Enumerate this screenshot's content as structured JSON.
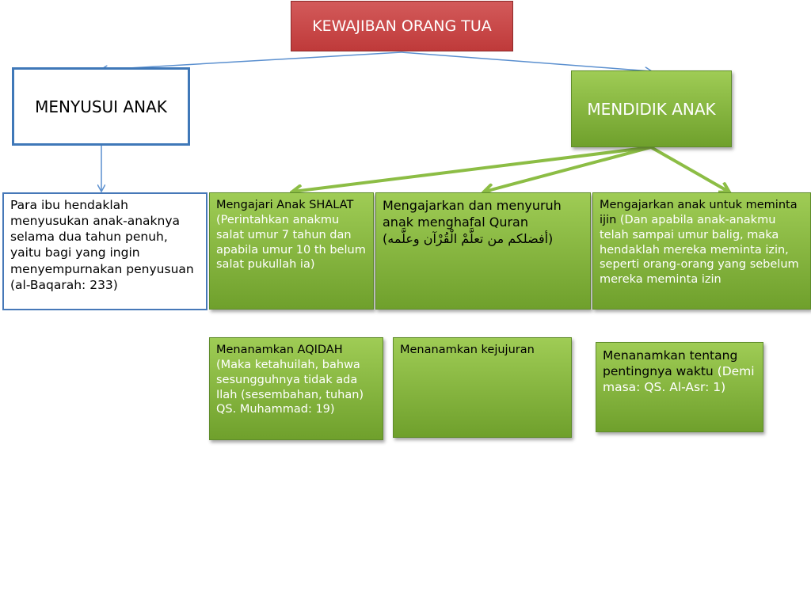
{
  "root": {
    "title": "KEWAJIBAN ORANG TUA"
  },
  "left": {
    "title": "MENYUSUI ANAK",
    "note": "Para ibu hendaklah menyusukan anak-anaknya selama dua tahun penuh, yaitu bagi yang ingin menyempurnakan penyusuan (al-Baqarah: 233)"
  },
  "right": {
    "title": "MENDIDIK ANAK",
    "items": [
      {
        "head": "Mengajari Anak SHALAT ",
        "detail": "(Perintahkan anakmu salat umur 7 tahun dan apabila umur 10 th belum salat pukullah ia)"
      },
      {
        "head": "Mengajarkan dan menyuruh anak menghafal Quran",
        "detail": "(أفضلكم من تعلَّمْ الْقُرْآن وعلَّمه)"
      },
      {
        "head": "Mengajarkan anak untuk meminta ijin ",
        "detail": "(Dan apabila anak-anakmu telah sampai umur balig, maka hendaklah mereka meminta izin, seperti orang-orang yang sebelum mereka meminta izin"
      },
      {
        "head": "Menanamkan AQIDAH ",
        "detail": "(Maka ketahuilah, bahwa sesungguhnya tidak ada Ilah (sesembahan, tuhan) QS. Muhammad: 19)"
      },
      {
        "head": "Menanamkan kejujuran",
        "detail": ""
      },
      {
        "head": "Menanamkan tentang pentingnya waktu ",
        "detail": "(Demi masa: QS. Al-Asr: 1)"
      }
    ]
  },
  "colors": {
    "root_fill": "#c94848",
    "green_fill": "#8cbd45",
    "blue_border": "#3f78b8",
    "blue_line": "#5a8fcf",
    "green_line": "#8cbd45"
  }
}
